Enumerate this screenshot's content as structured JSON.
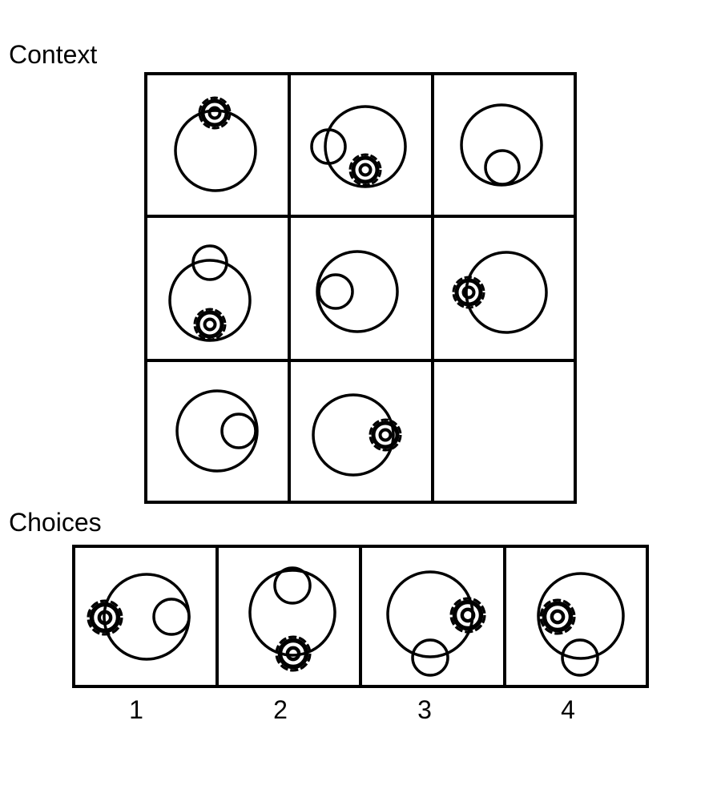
{
  "labels": {
    "context": "Context",
    "choices": "Choices"
  },
  "choices": [
    {
      "number": "1"
    },
    {
      "number": "2"
    },
    {
      "number": "3"
    },
    {
      "number": "4"
    }
  ],
  "colors": {
    "stroke": "#000000",
    "background": "#ffffff"
  },
  "shapes": {
    "large_circle": "large-circle",
    "small_circle": "small-circle",
    "gear": "gear-ring-icon"
  }
}
